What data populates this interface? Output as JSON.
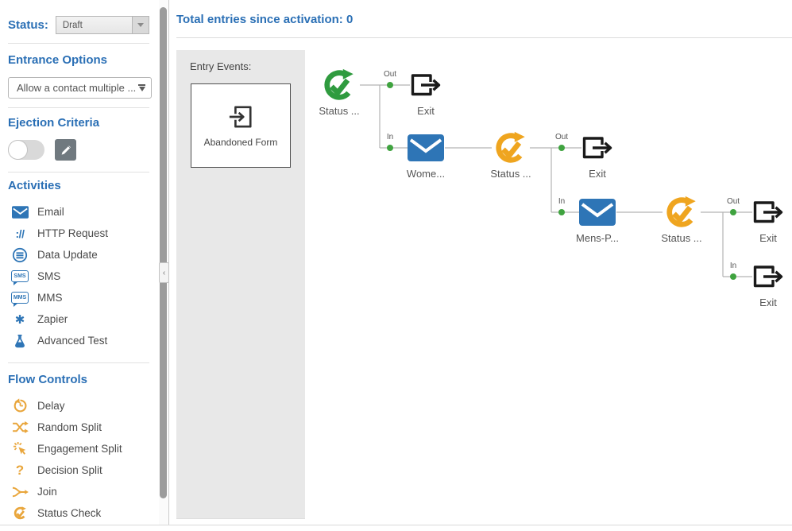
{
  "sidebar": {
    "status_label": "Status:",
    "status_value": "Draft",
    "entrance_heading": "Entrance Options",
    "entrance_value": "Allow a contact multiple ...",
    "ejection_heading": "Ejection Criteria",
    "activities_heading": "Activities",
    "flow_heading": "Flow Controls",
    "collapse_glyph": "‹",
    "activities": [
      {
        "label": "Email",
        "icon": "email-icon"
      },
      {
        "label": "HTTP Request",
        "icon": "http-request-icon",
        "glyph": "://"
      },
      {
        "label": "Data Update",
        "icon": "data-update-icon"
      },
      {
        "label": "SMS",
        "icon": "sms-icon",
        "glyph": "SMS"
      },
      {
        "label": "MMS",
        "icon": "mms-icon",
        "glyph": "MMS"
      },
      {
        "label": "Zapier",
        "icon": "zapier-icon",
        "glyph": "✱"
      },
      {
        "label": "Advanced Test",
        "icon": "advanced-test-icon"
      }
    ],
    "flow_controls": [
      {
        "label": "Delay",
        "icon": "delay-icon"
      },
      {
        "label": "Random Split",
        "icon": "random-split-icon"
      },
      {
        "label": "Engagement Split",
        "icon": "engagement-split-icon"
      },
      {
        "label": "Decision Split",
        "icon": "decision-split-icon",
        "glyph": "?"
      },
      {
        "label": "Join",
        "icon": "join-icon"
      },
      {
        "label": "Status Check",
        "icon": "status-check-icon"
      }
    ]
  },
  "main": {
    "header": "Total entries since activation: 0",
    "entry_events": {
      "title": "Entry Events:",
      "items": [
        {
          "label": "Abandoned Form"
        }
      ]
    },
    "canvas": {
      "ports": [
        "Out",
        "In",
        "Out",
        "In",
        "Out",
        "In"
      ],
      "nodes": [
        {
          "label": "Status ...",
          "type": "status-check",
          "color": "green"
        },
        {
          "label": "Exit",
          "type": "exit"
        },
        {
          "label": "Wome...",
          "type": "email"
        },
        {
          "label": "Status ...",
          "type": "status-check",
          "color": "orange"
        },
        {
          "label": "Exit",
          "type": "exit"
        },
        {
          "label": "Mens-P...",
          "type": "email"
        },
        {
          "label": "Status ...",
          "type": "status-check",
          "color": "orange"
        },
        {
          "label": "Exit",
          "type": "exit"
        },
        {
          "label": "Exit",
          "type": "exit"
        }
      ]
    }
  },
  "colors": {
    "accent_blue": "#2a6fb5",
    "icon_blue": "#2e75b6",
    "icon_orange": "#e9a63c",
    "node_green": "#2f9b3f",
    "node_orange": "#efa51f",
    "port_dot_green": "#3fa33f"
  }
}
